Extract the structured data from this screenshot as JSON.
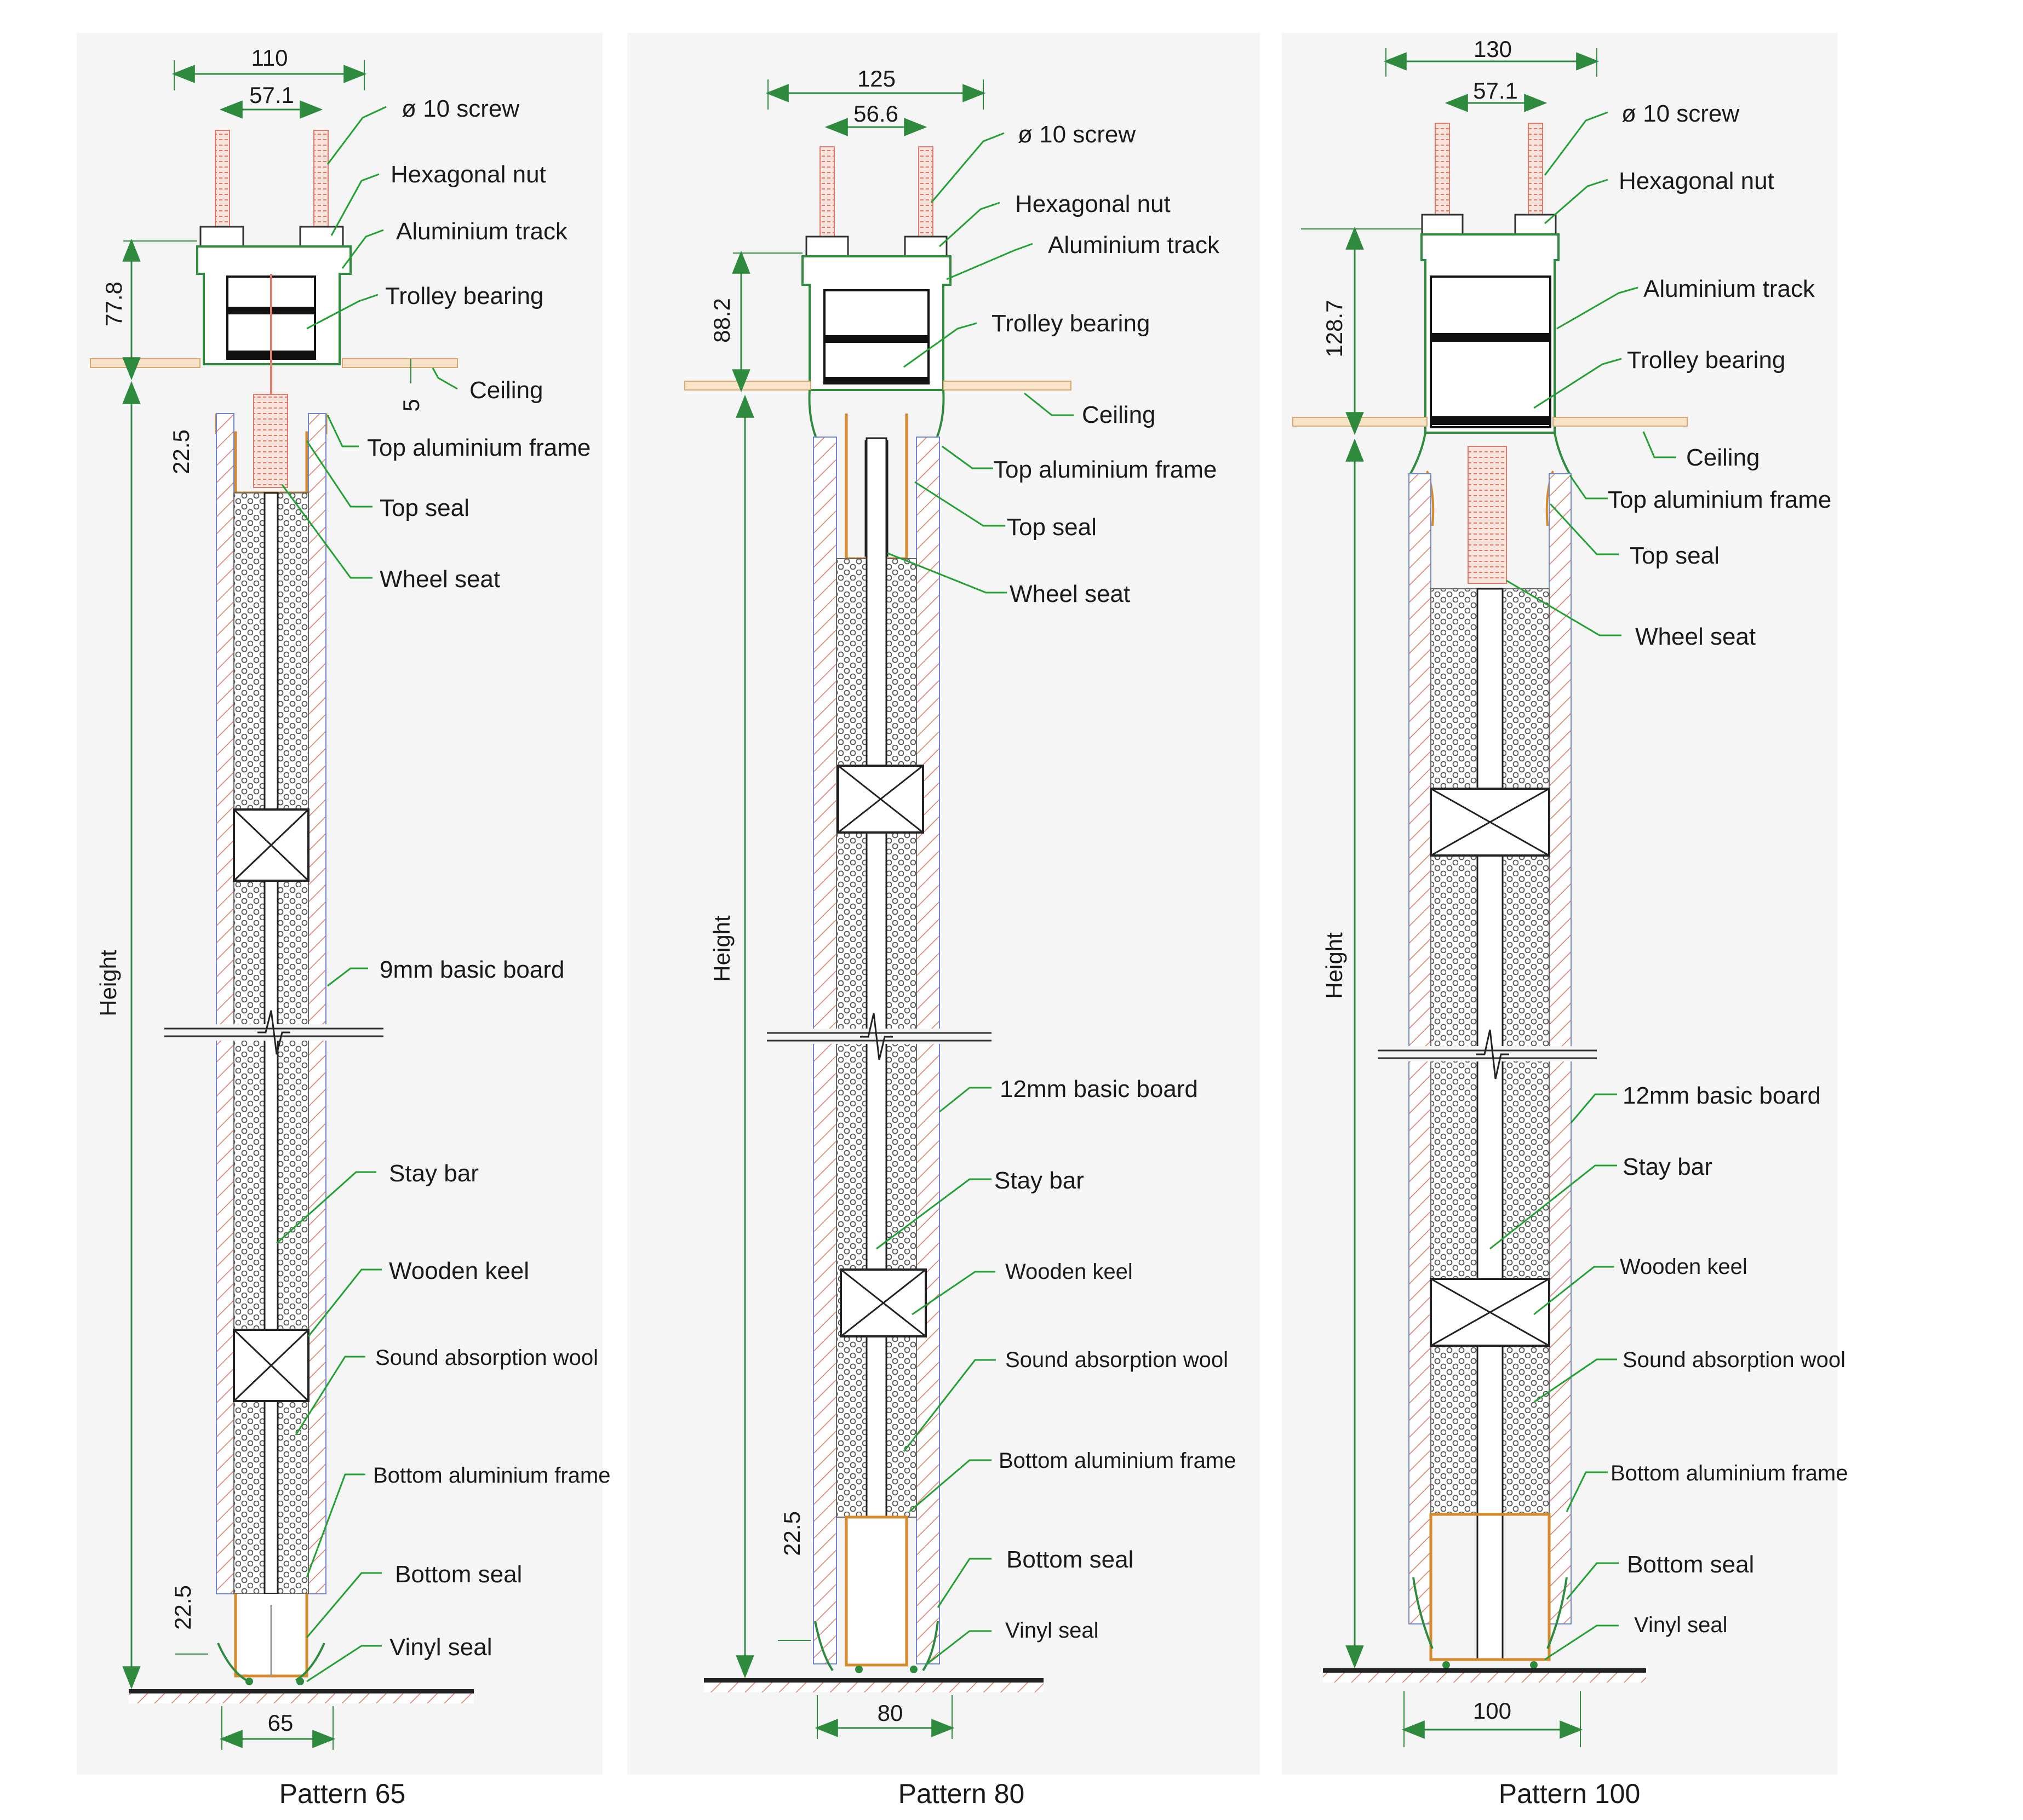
{
  "colors": {
    "background": "#ffffff",
    "panel_bg": "#f5f5f5",
    "outline": "#2e8b3e",
    "leader": "#22a032",
    "hatch": "#e07a6a",
    "wool": "#555555",
    "blue_line": "#6f86d0",
    "ceiling": "#e8c89a",
    "floor": "#222222"
  },
  "patterns": [
    {
      "caption": "Pattern 65",
      "dims": {
        "top_overall": "110",
        "top_inner": "57.1",
        "track_height": "77.8",
        "ceiling_gap": "5",
        "top_frame": "22.5",
        "bottom_frame": "22.5",
        "width": "65",
        "height": "Height"
      },
      "labels": {
        "screw": "ø 10 screw",
        "nut": "Hexagonal nut",
        "track": "Aluminium track",
        "trolley": "Trolley bearing",
        "ceiling": "Ceiling",
        "top_frame": "Top aluminium frame",
        "top_seal": "Top seal",
        "wheel_seat": "Wheel seat",
        "board": "9mm basic board",
        "stay_bar": "Stay bar",
        "keel": "Wooden keel",
        "wool": "Sound absorption wool",
        "bottom_frame": "Bottom aluminium frame",
        "bottom_seal": "Bottom seal",
        "vinyl": "Vinyl seal"
      }
    },
    {
      "caption": "Pattern 80",
      "dims": {
        "top_overall": "125",
        "top_inner": "56.6",
        "track_height": "88.2",
        "bottom_frame": "22.5",
        "width": "80",
        "height": "Height"
      },
      "labels": {
        "screw": "ø 10 screw",
        "nut": "Hexagonal nut",
        "track": "Aluminium track",
        "trolley": "Trolley bearing",
        "ceiling": "Ceiling",
        "top_frame": "Top aluminium frame",
        "top_seal": "Top seal",
        "wheel_seat": "Wheel seat",
        "board": "12mm basic board",
        "stay_bar": "Stay bar",
        "keel": "Wooden keel",
        "wool": "Sound absorption wool",
        "bottom_frame": "Bottom aluminium frame",
        "bottom_seal": "Bottom seal",
        "vinyl": "Vinyl seal"
      }
    },
    {
      "caption": "Pattern 100",
      "dims": {
        "top_overall": "130",
        "top_inner": "57.1",
        "track_height": "128.7",
        "width": "100",
        "height": "Height"
      },
      "labels": {
        "screw": "ø 10 screw",
        "nut": "Hexagonal nut",
        "track": "Aluminium track",
        "trolley": "Trolley bearing",
        "ceiling": "Ceiling",
        "top_frame": "Top aluminium frame",
        "top_seal": "Top seal",
        "wheel_seat": "Wheel seat",
        "board": "12mm basic board",
        "stay_bar": "Stay bar",
        "keel": "Wooden keel",
        "wool": "Sound absorption wool",
        "bottom_frame": "Bottom aluminium frame",
        "bottom_seal": "Bottom seal",
        "vinyl": "Vinyl seal"
      }
    }
  ]
}
